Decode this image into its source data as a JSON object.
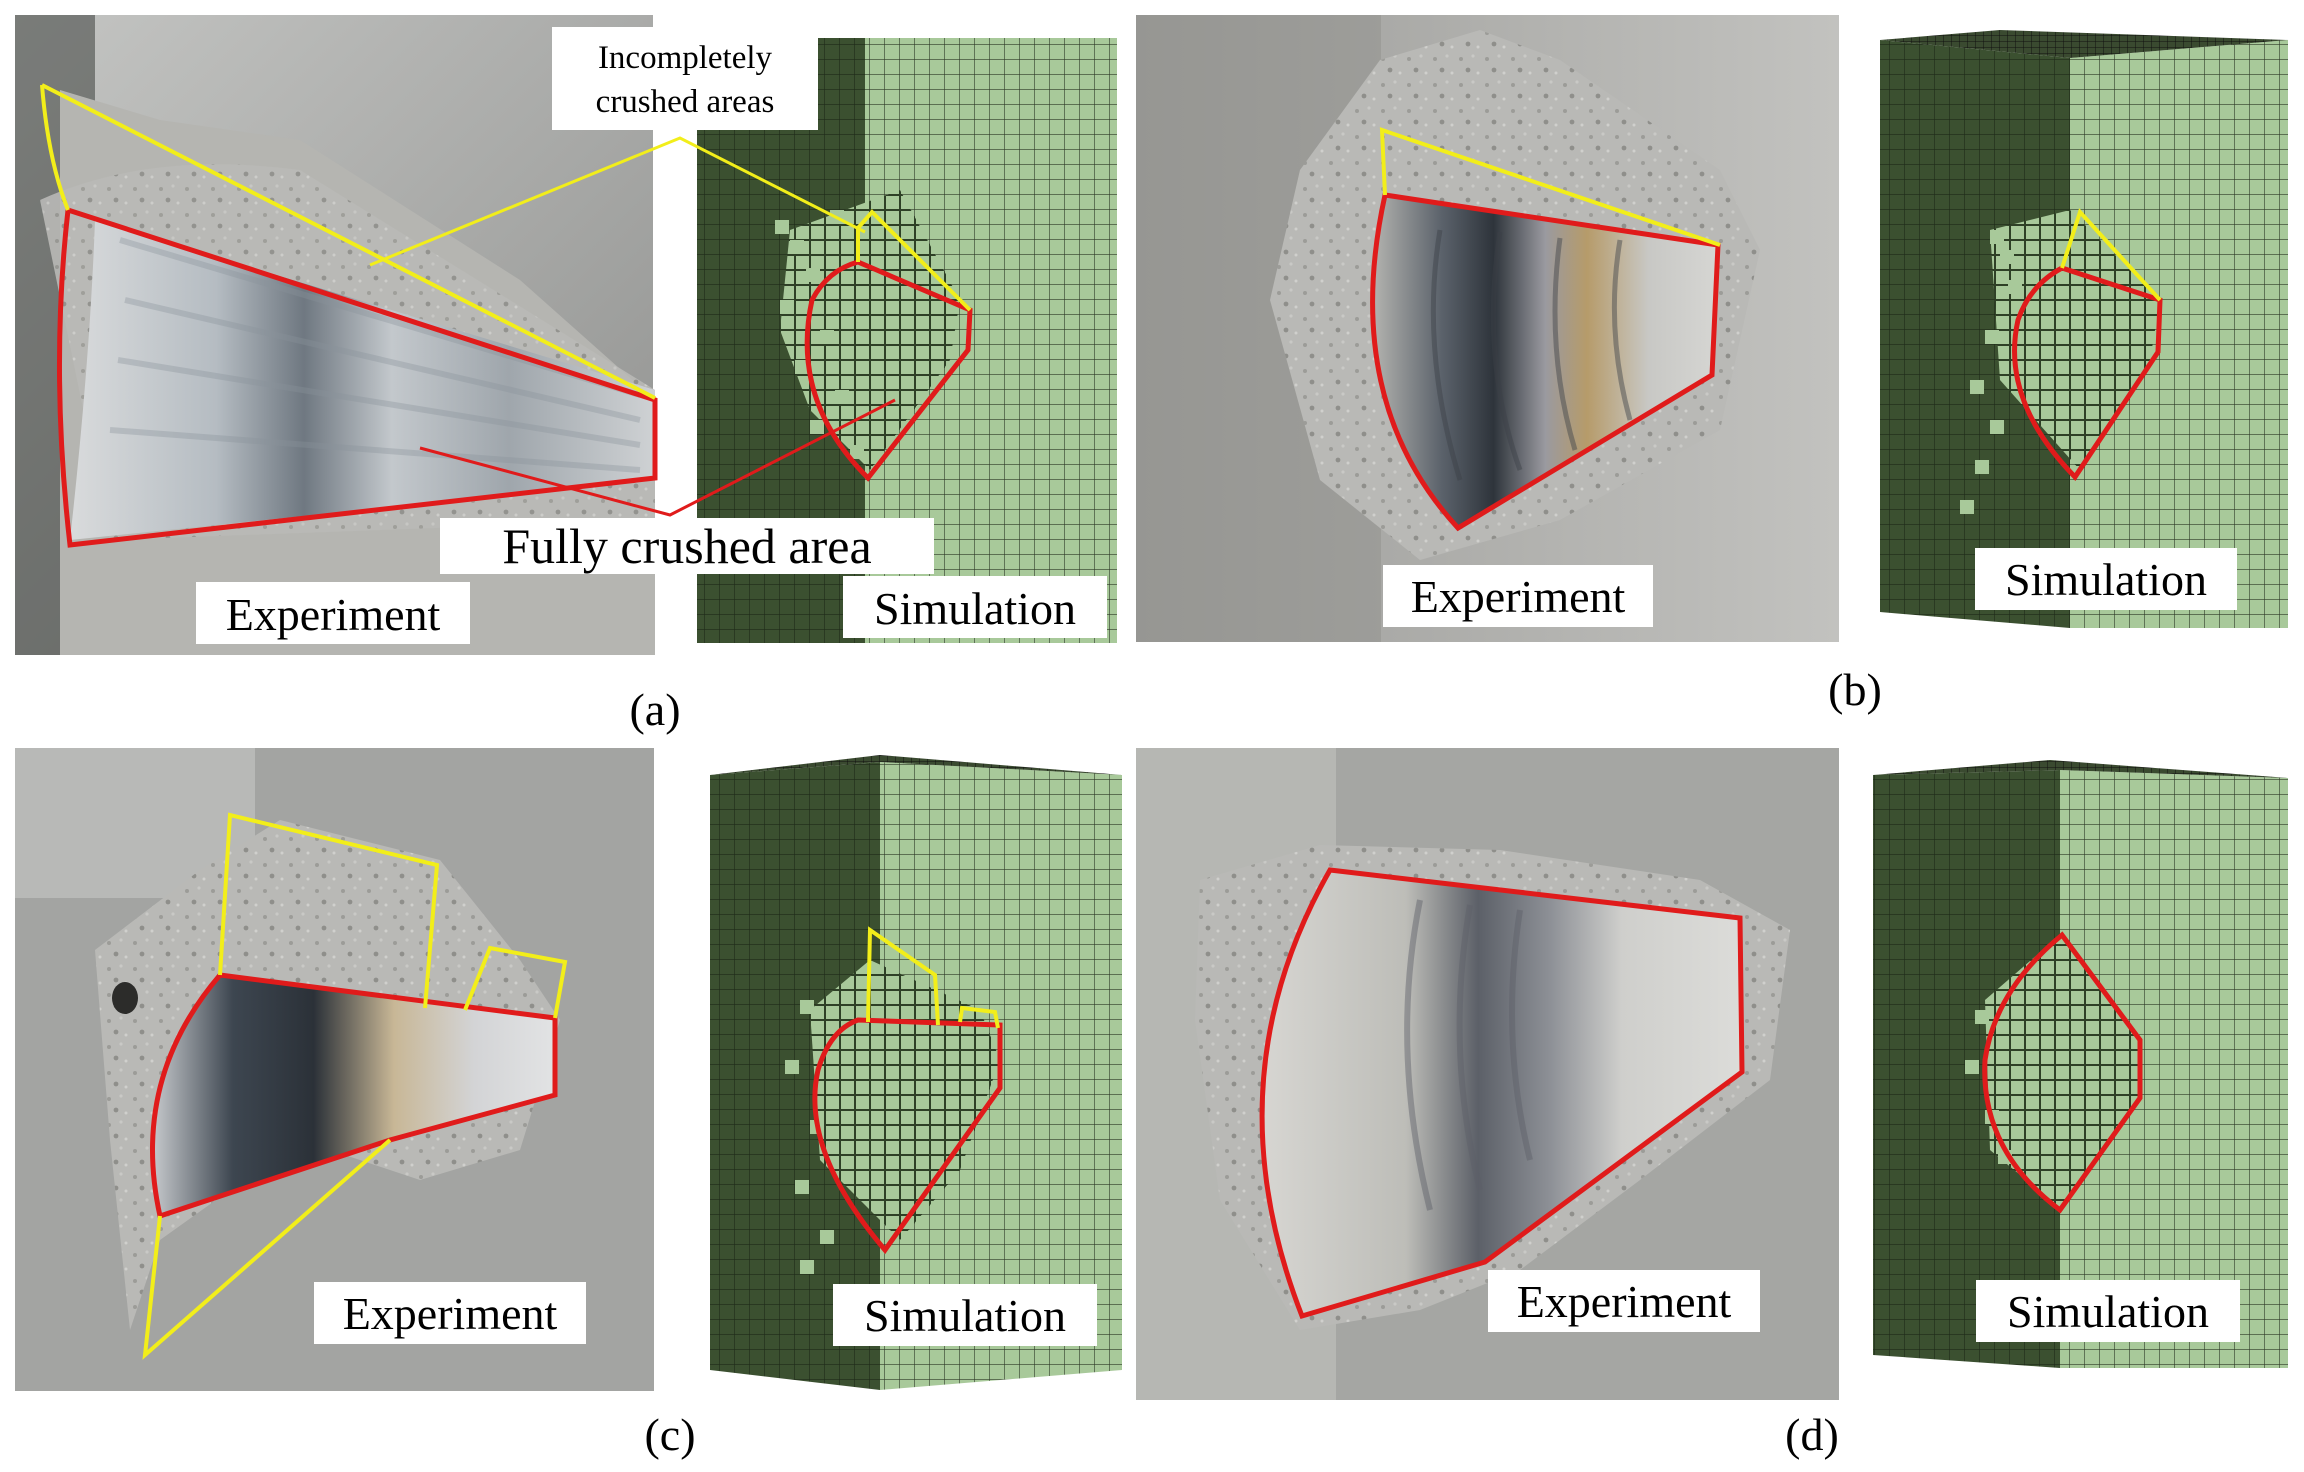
{
  "figure": {
    "panels": [
      {
        "id": "a",
        "label": "(a)",
        "experiment_label": "Experiment",
        "simulation_label": "Simulation"
      },
      {
        "id": "b",
        "label": "(b)",
        "experiment_label": "Experiment",
        "simulation_label": "Simulation"
      },
      {
        "id": "c",
        "label": "(c)",
        "experiment_label": "Experiment",
        "simulation_label": "Simulation"
      },
      {
        "id": "d",
        "label": "(d)",
        "experiment_label": "Experiment",
        "simulation_label": "Simulation"
      }
    ],
    "annotations": {
      "incomplete_line1": "Incompletely",
      "incomplete_line2": "crushed areas",
      "fully_crushed": "Fully crushed area"
    },
    "colors": {
      "fully_crushed_outline": "#e01b1b",
      "incomplete_outline": "#f2ee1a",
      "mesh_dark_face": "#3d5232",
      "mesh_light_face": "#a8c99a",
      "concrete": "#a9a9a7"
    }
  }
}
